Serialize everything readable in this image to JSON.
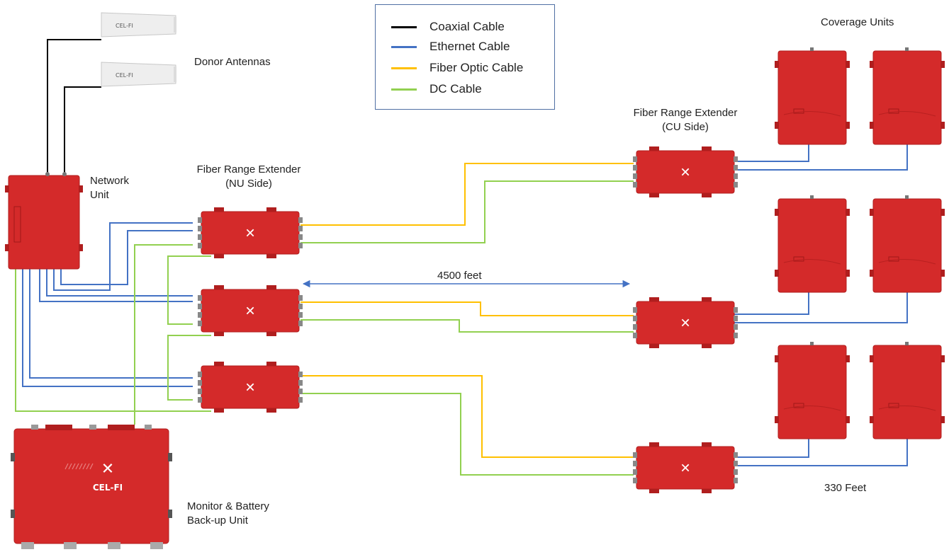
{
  "title": "",
  "legend": [
    {
      "label": "Coaxial Cable",
      "color": "#000000"
    },
    {
      "label": "Ethernet Cable",
      "color": "#4472c4"
    },
    {
      "label": "Fiber Optic Cable",
      "color": "#ffc000"
    },
    {
      "label": "DC Cable",
      "color": "#92d050"
    }
  ],
  "labels": {
    "donor_antennas": "Donor Antennas",
    "network_unit_line1": "Network",
    "network_unit_line2": "Unit",
    "fre_nu_line1": "Fiber Range Extender",
    "fre_nu_line2": "(NU Side)",
    "fre_cu_line1": "Fiber Range Extender",
    "fre_cu_line2": "(CU Side)",
    "coverage_units": "Coverage Units",
    "distance_fiber": "4500 feet",
    "distance_ethernet": "330 Feet",
    "monitor_line1": "Monitor & Battery",
    "monitor_line2": "Back-up Unit"
  },
  "device_text": {
    "antenna_brand": "CEL-FI",
    "monitor_brand": "CEL-FI",
    "logo_glyph": "✕"
  },
  "colors": {
    "device_red": "#d42a2a",
    "device_red_dark": "#b01e1e",
    "antenna_body": "#eeeeee"
  },
  "icons": [
    "antenna-icon",
    "network-unit-icon",
    "fiber-range-extender-icon",
    "coverage-unit-icon",
    "monitor-battery-unit-icon"
  ]
}
